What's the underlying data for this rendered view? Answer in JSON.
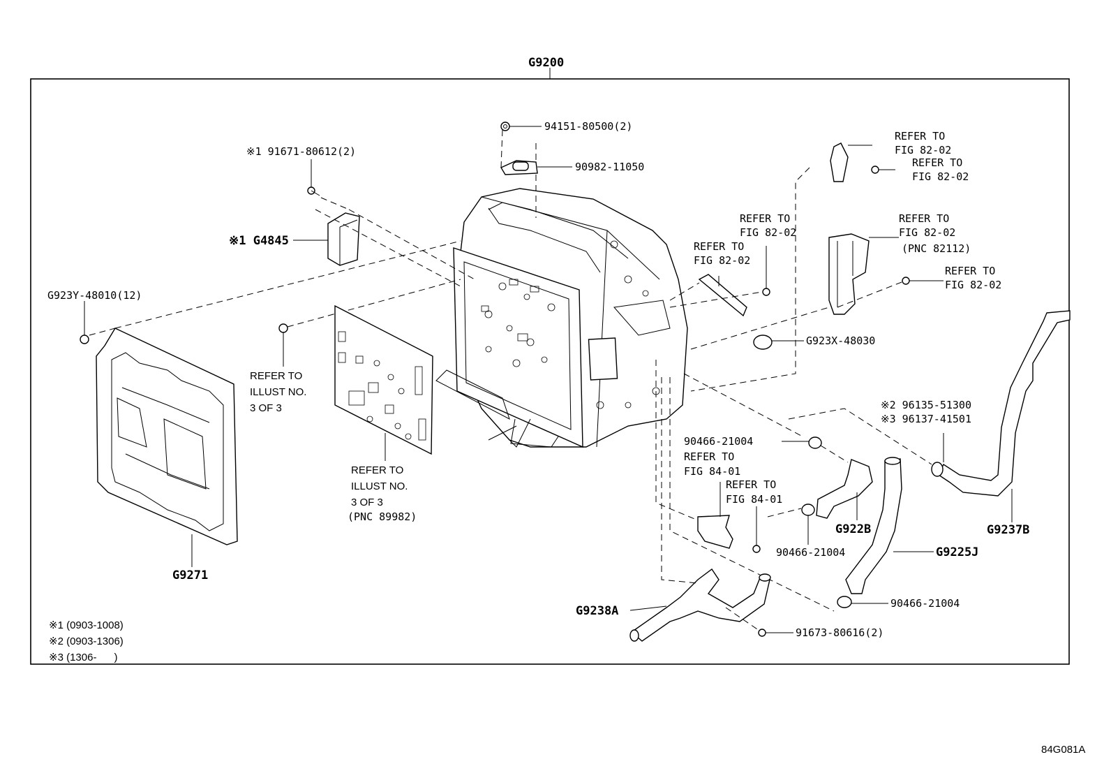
{
  "diagram": {
    "assembly_label": "G9200",
    "figure_code": "84G081A",
    "footnotes": [
      "※1 (0903-1008)",
      "※2 (0903-1306)",
      "※3 (1306-      )"
    ],
    "callouts": {
      "nut_94151": "94151-80500(2)",
      "fuse_90982": "90982-11050",
      "bolt_91671": "※1 91671-80612(2)",
      "bracket_g4845": "※1 G4845",
      "bolt_g923y": "G923Y-48010(12)",
      "refer_screw_1": "REFER TO",
      "refer_screw_2": "ILLUST NO.",
      "refer_screw_3": "3 OF 3",
      "refer_board_1": "REFER TO",
      "refer_board_2": "ILLUST NO.",
      "refer_board_3": "3 OF 3",
      "refer_board_4": "(PNC 89982)",
      "cover_g9271": "G9271",
      "refer_top_a1": "REFER TO",
      "refer_top_a2": "FIG 82-02",
      "refer_top_b1": "REFER TO",
      "refer_top_b2": "FIG 82-02",
      "refer_mid_a1": "REFER TO",
      "refer_mid_a2": "FIG 82-02",
      "refer_mid_b1": "REFER TO",
      "refer_mid_b2": "FIG 82-02",
      "refer_pnc_1": "REFER TO",
      "refer_pnc_2": "FIG 82-02",
      "refer_pnc_3": "(PNC 82112)",
      "refer_right_1": "REFER TO",
      "refer_right_2": "FIG 82-02",
      "clamp_g923x": "G923X-48030",
      "clip_96135": "※2 96135-51300",
      "clip_96137": "※3 96137-41501",
      "hose_g9237b": "G9237B",
      "clip_90466_a": "90466-21004",
      "refer_84_a1": "REFER TO",
      "refer_84_a2": "FIG 84-01",
      "refer_84_b1": "REFER TO",
      "refer_84_b2": "FIG 84-01",
      "hose_g922b": "G922B",
      "clip_90466_b": "90466-21004",
      "hose_g9225j": "G9225J",
      "clip_90466_c": "90466-21004",
      "pipe_g9238a": "G9238A",
      "bolt_91673": "91673-80616(2)"
    }
  }
}
